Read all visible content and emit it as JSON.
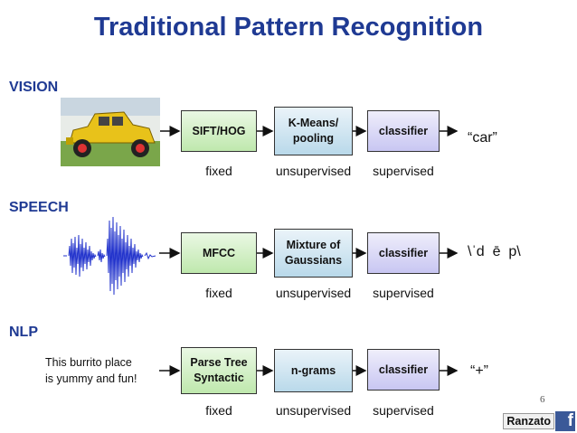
{
  "title": "Traditional Pattern Recognition",
  "page_number": "6",
  "branding": {
    "author": "Ranzato",
    "logo": "f"
  },
  "icons": {
    "car": "car-photo",
    "speech": "speech-waveform",
    "logo": "facebook-logo"
  },
  "colors": {
    "title": "#1f3a93",
    "fixed_box": "#bfe8ad",
    "unsupervised_box": "#b9d9ea",
    "supervised_box": "#c8c6f2"
  },
  "rows": [
    {
      "section": "VISION",
      "input": "",
      "fixed_box": "SIFT/HOG",
      "unsup_box": "K-Means/\npooling",
      "sup_box": "classifier",
      "output": "“car”",
      "fixed_label": "fixed",
      "unsup_label": "unsupervised",
      "sup_label": "supervised"
    },
    {
      "section": "SPEECH",
      "input": "",
      "fixed_box": "MFCC",
      "unsup_box": "Mixture of\nGaussians",
      "sup_box": "classifier",
      "output": "\\ˈd  ē  p\\",
      "fixed_label": "fixed",
      "unsup_label": "unsupervised",
      "sup_label": "supervised"
    },
    {
      "section": "NLP",
      "input": "This burrito place\nis yummy and fun!",
      "fixed_box": "Parse Tree\nSyntactic",
      "unsup_box": "n-grams",
      "sup_box": "classifier",
      "output": "“+”",
      "fixed_label": "fixed",
      "unsup_label": "unsupervised",
      "sup_label": "supervised"
    }
  ]
}
